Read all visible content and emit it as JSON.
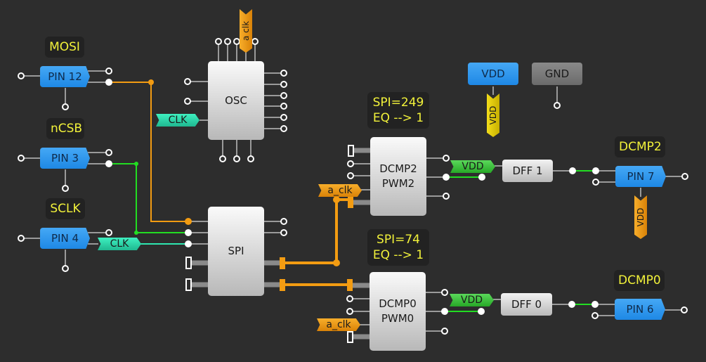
{
  "colors": {
    "background": "#2d2d2d",
    "wire_orange": "#f39c12",
    "wire_green": "#22dd22",
    "wire_teal": "#2ee6b0",
    "wire_gray": "#9a9a9a",
    "label_text": "#f2f23a",
    "pin_blue": "#2196f3"
  },
  "labels": {
    "mosi": "MOSI",
    "ncsb": "nCSB",
    "sclk": "SCLK",
    "dcmp2_info_line1": "SPI=249",
    "dcmp2_info_line2": "EQ --> 1",
    "dcmp0_info_line1": "SPI=74",
    "dcmp0_info_line2": "EQ --> 1",
    "dcmp2_out": "DCMP2",
    "dcmp0_out": "DCMP0"
  },
  "pins": {
    "pin12": "PIN 12",
    "pin3": "PIN 3",
    "pin4": "PIN 4",
    "pin7": "PIN 7",
    "pin6": "PIN 6"
  },
  "blocks": {
    "osc": "OSC",
    "spi": "SPI",
    "dcmp2_line1": "DCMP2",
    "dcmp2_line2": "PWM2",
    "dcmp0_line1": "DCMP0",
    "dcmp0_line2": "PWM0",
    "dff1": "DFF 1",
    "dff0": "DFF 0",
    "vdd": "VDD",
    "gnd": "GND"
  },
  "net_tags": {
    "clk_osc": "CLK",
    "clk_sclk": "CLK",
    "a_clk_osc": "a clk",
    "a_clk_dcmp2": "a_clk",
    "a_clk_dcmp0": "a_clk",
    "vdd_source": "VDD",
    "vdd_dff1": "VDD",
    "vdd_dff0": "VDD",
    "vdd_pin7": "VDD"
  }
}
